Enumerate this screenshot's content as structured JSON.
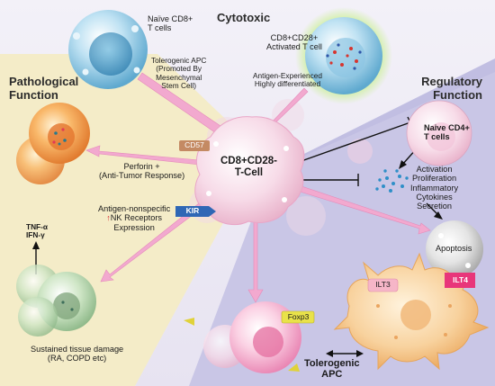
{
  "labels": {
    "cytotoxic": "Cytotoxic",
    "pathological": [
      "Pathological",
      "Function"
    ],
    "regulatory": [
      "Regulatory",
      "Function"
    ],
    "naive_cd8": [
      "Naïve CD8+",
      "T cells"
    ],
    "tolerogenic_apc_msc": [
      "Tolerogenic APC",
      "(Promoted By",
      "Mesenchymal",
      "Stem Cell)"
    ],
    "activated_t": [
      "CD8+CD28+",
      "Activated T cell"
    ],
    "antigen_experienced": [
      "Antigen-Experienced",
      "Highly differentiated"
    ],
    "center_cell": [
      "CD8+CD28-",
      "T-Cell"
    ],
    "cd57": "CD57",
    "kir": "KIR",
    "perforin": [
      "Perforin +",
      "(Anti-Tumor Response)"
    ],
    "nk_receptors": [
      "Antigen-nonspecific",
      "NK Receptors",
      "Expression"
    ],
    "cytokines": [
      "TNF-α",
      "IFN-γ"
    ],
    "sustained": [
      "Sustained tissue damage",
      "(RA, COPD etc)"
    ],
    "naive_cd4": [
      "Naive CD4+",
      "T cells"
    ],
    "activation_list": [
      "Activation",
      "Proliferation",
      "Inflammatory",
      "Cytokines",
      "Secretion"
    ],
    "apoptosis": "Apoptosis",
    "foxp3": "Foxp3",
    "ilt3": "ILT3",
    "ilt4": "ILT4",
    "tolerogenic_apc": [
      "Tolerogenic",
      "APC"
    ],
    "up_arrow": "↑"
  },
  "colors": {
    "pathological_bg": "#f4ecc8",
    "regulatory_bg": "#c9c6e6",
    "cytotoxic_bg": "#eeebf6",
    "arrow_pink": "#f2a9cf",
    "cd57_tag": "#c48a63",
    "kir_tag": "#2f67b5",
    "foxp3_tag": "#e9e24a",
    "ilt3_tag": "#f6b6c8",
    "ilt4_tag": "#e8367a"
  }
}
